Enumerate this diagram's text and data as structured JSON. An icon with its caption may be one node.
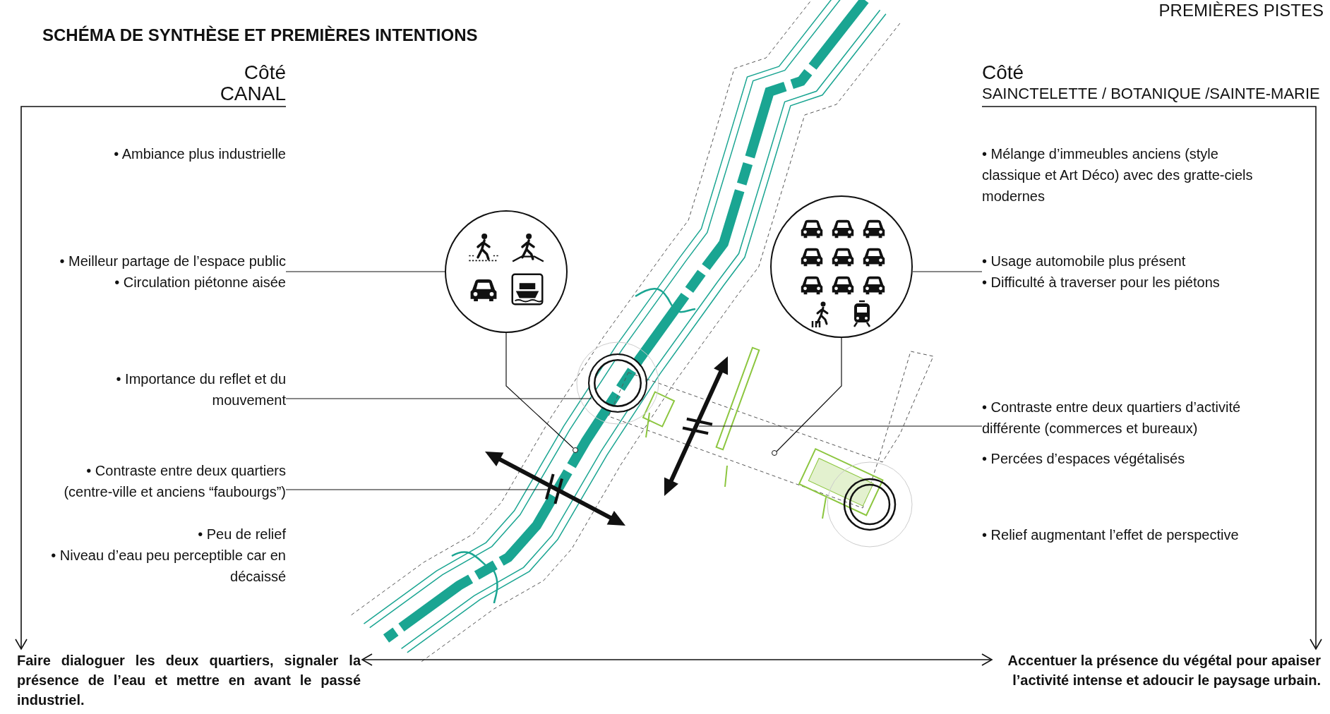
{
  "diagram": {
    "title": "SCHÉMA DE SYNTHÈSE ET PREMIÈRES INTENTIONS",
    "nodes": [
      {
        "text": [
          "Côté",
          "CANAL"
        ]
      },
      {
        "text": [
          "Côté",
          "SAINCTELETTE / BOTANIQUE /SAINTE-MARIE"
        ]
      },
      {
        "text": [
          "• Meilleur partage de l’espace public",
          "• Circulation piétonne aisée"
        ]
      },
      {
        "text": [],
        "shape": "circle"
      },
      {
        "text": [],
        "shape": "circle"
      },
      {
        "text": [
          "• Importance du reflet et du mouvement"
        ]
      },
      {
        "text": [],
        "shape": "circle"
      },
      {
        "text": [
          "• Contraste entre deux quartiers (centre-ville et anciens “faubourgs”)"
        ]
      },
      {
        "text": [],
        "shape": "arrow"
      },
      {
        "text": [
          "• Usage automobile plus présent",
          "• Difficulté à traverser pour les piétons"
        ]
      },
      {
        "text": [],
        "shape": "circle"
      },
      {
        "text": [],
        "shape": "circle"
      },
      {
        "text": [
          "• Contraste entre deux quartiers d’activité différente (commerces et bureaux)"
        ]
      },
      {
        "text": [],
        "shape": "arrow"
      },
      {
        "text": [
          "Faire dialoguer les deux quartiers, signaler la présence de l’eau et mettre en avant le passé industriel."
        ]
      },
      {
        "text": [
          "Accentuer la présence du végétal pour apaiser l’activité intense et adoucir le paysage urbain."
        ]
      }
    ],
    "edges": [
      {
        "from": 0,
        "to": 14,
        "arrow": "to"
      },
      {
        "from": 1,
        "to": 15,
        "arrow": "to"
      },
      {
        "from": 14,
        "to": 15,
        "arrow": "both"
      },
      {
        "from": 2,
        "to": 3,
        "arrow": "none"
      },
      {
        "from": 3,
        "to": 4,
        "arrow": "none"
      },
      {
        "from": 5,
        "to": 6,
        "arrow": "none"
      },
      {
        "from": 7,
        "to": 8,
        "arrow": "none"
      },
      {
        "from": 9,
        "to": 10,
        "arrow": "none"
      },
      {
        "from": 10,
        "to": 11,
        "arrow": "none"
      },
      {
        "from": 12,
        "to": 13,
        "arrow": "none"
      }
    ],
    "labels": [
      "PREMIÈRES PISTES",
      "• Ambiance plus industrielle",
      "• Mélange d’immeubles anciens (style classique et Art Déco) avec des gratte-ciels modernes",
      "• Percées d’espaces végétalisés",
      "• Peu de relief",
      "• Niveau d’eau peu perceptible car en décaissé",
      "• Relief augmentant l’effet de perspective"
    ]
  }
}
